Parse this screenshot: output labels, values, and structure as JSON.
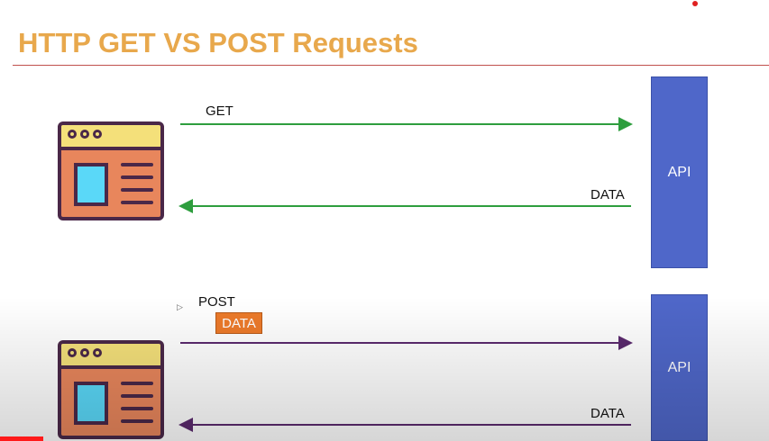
{
  "title": "HTTP GET VS POST Requests",
  "get_section": {
    "request_label": "GET",
    "response_label": "DATA",
    "server_label": "API",
    "arrow_color": "#2e9e3e"
  },
  "post_section": {
    "request_label": "POST",
    "payload_label": "DATA",
    "response_label": "DATA",
    "server_label": "API",
    "arrow_color": "#5b2a6e"
  },
  "icons": {
    "client": "browser-window-icon",
    "cursor": "mouse-cursor-icon"
  },
  "colors": {
    "title": "#e8a84c",
    "api_box": "#4f67c9",
    "payload_badge": "#ec7a2a",
    "browser_body": "#e8865c",
    "browser_bar": "#f4e07a",
    "browser_screen": "#5ad8f8"
  }
}
